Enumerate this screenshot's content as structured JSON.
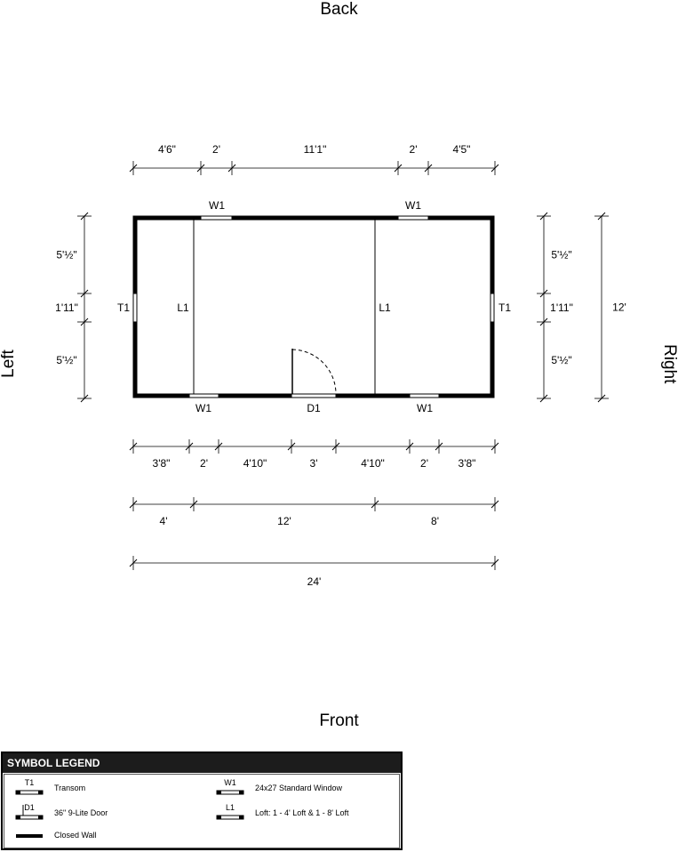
{
  "sides": {
    "back": "Back",
    "front": "Front",
    "left": "Left",
    "right": "Right"
  },
  "top_dims": [
    "4'6\"",
    "2'",
    "11'1\"",
    "2'",
    "4'5\""
  ],
  "bottom_dims": {
    "row1": [
      "3'8\"",
      "2'",
      "4'10\"",
      "3'",
      "4'10\"",
      "2'",
      "3'8\""
    ],
    "row2": [
      "4'",
      "12'",
      "8'"
    ],
    "row3": [
      "24'"
    ]
  },
  "left_dims": [
    "5'½\"",
    "1'11\"",
    "5'½\""
  ],
  "right_dims": [
    "5'½\"",
    "1'11\"",
    "5'½\""
  ],
  "right_total": "12'",
  "plan_labels": {
    "back_window_left": "W1",
    "back_window_right": "W1",
    "front_window_left": "W1",
    "front_window_right": "W1",
    "door": "D1",
    "transom_left": "T1",
    "transom_right": "T1",
    "loft_left": "L1",
    "loft_right": "L1"
  },
  "legend": {
    "title": "SYMBOL LEGEND",
    "items": [
      {
        "code": "T1",
        "desc": "Transom"
      },
      {
        "code": "W1",
        "desc": "24x27 Standard Window"
      },
      {
        "code": "D1",
        "desc": "36\" 9-Lite Door"
      },
      {
        "code": "L1",
        "desc": "Loft: 1 - 4' Loft & 1 - 8' Loft"
      },
      {
        "code": "",
        "desc": "Closed Wall"
      }
    ]
  }
}
